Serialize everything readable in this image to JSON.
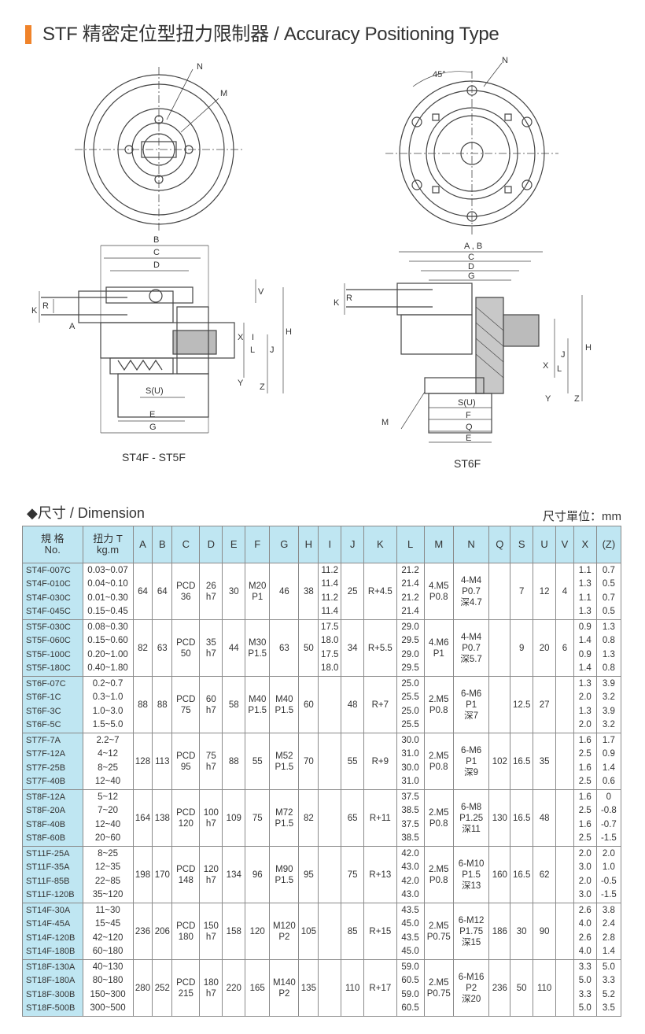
{
  "title": "STF 精密定位型扭力限制器 / Accuracy Positioning Type",
  "accent_color": "#f0832a",
  "header_color": "#bfe6f2",
  "drawings": {
    "left": {
      "caption": "ST4F - ST5F",
      "labels": {
        "N": "N",
        "M": "M",
        "B": "B",
        "C": "C",
        "D": "D",
        "V": "V",
        "R": "R",
        "K": "K",
        "A": "A",
        "X": "X",
        "I": "I",
        "L": "L",
        "J": "J",
        "H": "H",
        "Y": "Y",
        "Z": "Z",
        "S": "S(U)",
        "E": "E",
        "G": "G"
      }
    },
    "right": {
      "caption": "ST6F",
      "labels": {
        "N": "N",
        "deg": "45°",
        "AB": "A , B",
        "C": "C",
        "D": "D",
        "G": "G",
        "R": "R",
        "K": "K",
        "H": "H",
        "J": "J",
        "X": "X",
        "L": "L",
        "Y": "Y",
        "Z": "Z",
        "M": "M",
        "S": "S(U)",
        "F": "F",
        "Q": "Q",
        "E": "E"
      }
    }
  },
  "dimension": {
    "heading": "◆尺寸 / Dimension",
    "unit": "尺寸單位：mm",
    "headers": {
      "no1": "規 格",
      "no2": "No.",
      "t1": "扭力 T",
      "t2": "kg.m",
      "A": "A",
      "B": "B",
      "C": "C",
      "D": "D",
      "E": "E",
      "F": "F",
      "G": "G",
      "H": "H",
      "I": "I",
      "J": "J",
      "K": "K",
      "L": "L",
      "M": "M",
      "N": "N",
      "Q": "Q",
      "S": "S",
      "U": "U",
      "V": "V",
      "X": "X",
      "Z": "(Z)"
    },
    "groups": [
      {
        "models": [
          "ST4F-007C",
          "ST4F-010C",
          "ST4F-030C",
          "ST4F-045C"
        ],
        "torque": [
          "0.03~0.07",
          "0.04~0.10",
          "0.01~0.30",
          "0.15~0.45"
        ],
        "A": "64",
        "B": "64",
        "C": [
          "PCD",
          "36"
        ],
        "D": [
          "26",
          "h7"
        ],
        "E": "30",
        "F": [
          "M20",
          "P1"
        ],
        "G": "46",
        "H": "38",
        "I": [
          "11.2",
          "11.4",
          "11.2",
          "11.4"
        ],
        "J": "25",
        "K": "R+4.5",
        "L": [
          "21.2",
          "21.4",
          "21.2",
          "21.4"
        ],
        "M": [
          "4.M5",
          "P0.8"
        ],
        "N": [
          "4-M4",
          "P0.7",
          "深4.7"
        ],
        "Q": "",
        "S": "7",
        "U": "12",
        "V": "4",
        "X": [
          "1.1",
          "1.3",
          "1.1",
          "1.3"
        ],
        "Z": [
          "0.7",
          "0.5",
          "0.7",
          "0.5"
        ]
      },
      {
        "models": [
          "ST5F-030C",
          "ST5F-060C",
          "ST5F-100C",
          "ST5F-180C"
        ],
        "torque": [
          "0.08~0.30",
          "0.15~0.60",
          "0.20~1.00",
          "0.40~1.80"
        ],
        "A": "82",
        "B": "63",
        "C": [
          "PCD",
          "50"
        ],
        "D": [
          "35",
          "h7"
        ],
        "E": "44",
        "F": [
          "M30",
          "P1.5"
        ],
        "G": "63",
        "H": "50",
        "I": [
          "17.5",
          "18.0",
          "17.5",
          "18.0"
        ],
        "J": "34",
        "K": "R+5.5",
        "L": [
          "29.0",
          "29.5",
          "29.0",
          "29.5"
        ],
        "M": [
          "4.M6",
          "P1"
        ],
        "N": [
          "4-M4",
          "P0.7",
          "深5.7"
        ],
        "Q": "",
        "S": "9",
        "U": "20",
        "V": "6",
        "X": [
          "0.9",
          "1.4",
          "0.9",
          "1.4"
        ],
        "Z": [
          "1.3",
          "0.8",
          "1.3",
          "0.8"
        ]
      },
      {
        "models": [
          "ST6F-07C",
          "ST6F-1C",
          "ST6F-3C",
          "ST6F-5C"
        ],
        "torque": [
          "0.2~0.7",
          "0.3~1.0",
          "1.0~3.0",
          "1.5~5.0"
        ],
        "A": "88",
        "B": "88",
        "C": [
          "PCD",
          "75"
        ],
        "D": [
          "60",
          "h7"
        ],
        "E": "58",
        "F": [
          "M40",
          "P1.5"
        ],
        "G": [
          "M40",
          "P1.5"
        ],
        "H": "60",
        "I": [],
        "J": "48",
        "K": "R+7",
        "L": [
          "25.0",
          "25.5",
          "25.0",
          "25.5"
        ],
        "M": [
          "2.M5",
          "P0.8"
        ],
        "N": [
          "6-M6",
          "P1",
          "深7"
        ],
        "Q": "",
        "S": "12.5",
        "U": "27",
        "V": "",
        "X": [
          "1.3",
          "2.0",
          "1.3",
          "2.0"
        ],
        "Z": [
          "3.9",
          "3.2",
          "3.9",
          "3.2"
        ]
      },
      {
        "models": [
          "ST7F-7A",
          "ST7F-12A",
          "ST7F-25B",
          "ST7F-40B"
        ],
        "torque": [
          "2.2~7",
          "4~12",
          "8~25",
          "12~40"
        ],
        "A": "128",
        "B": "113",
        "C": [
          "PCD",
          "95"
        ],
        "D": [
          "75",
          "h7"
        ],
        "E": "88",
        "F": "55",
        "G": [
          "M52",
          "P1.5"
        ],
        "H": "70",
        "I": [],
        "J": "55",
        "K": "R+9",
        "L": [
          "30.0",
          "31.0",
          "30.0",
          "31.0"
        ],
        "M": [
          "2.M5",
          "P0.8"
        ],
        "N": [
          "6-M6",
          "P1",
          "深9"
        ],
        "Q": "102",
        "S": "16.5",
        "U": "35",
        "V": "",
        "X": [
          "1.6",
          "2.5",
          "1.6",
          "2.5"
        ],
        "Z": [
          "1.7",
          "0.9",
          "1.4",
          "0.6"
        ]
      },
      {
        "models": [
          "ST8F-12A",
          "ST8F-20A",
          "ST8F-40B",
          "ST8F-60B"
        ],
        "torque": [
          "5~12",
          "7~20",
          "12~40",
          "20~60"
        ],
        "A": "164",
        "B": "138",
        "C": [
          "PCD",
          "120"
        ],
        "D": [
          "100",
          "h7"
        ],
        "E": "109",
        "F": "75",
        "G": [
          "M72",
          "P1.5"
        ],
        "H": "82",
        "I": [],
        "J": "65",
        "K": "R+11",
        "L": [
          "37.5",
          "38.5",
          "37.5",
          "38.5"
        ],
        "M": [
          "2.M5",
          "P0.8"
        ],
        "N": [
          "6-M8",
          "P1.25",
          "深11"
        ],
        "Q": "130",
        "S": "16.5",
        "U": "48",
        "V": "",
        "X": [
          "1.6",
          "2.5",
          "1.6",
          "2.5"
        ],
        "Z": [
          "0",
          "-0.8",
          "-0.7",
          "-1.5"
        ]
      },
      {
        "models": [
          "ST11F-25A",
          "ST11F-35A",
          "ST11F-85B",
          "ST11F-120B"
        ],
        "torque": [
          "8~25",
          "12~35",
          "22~85",
          "35~120"
        ],
        "A": "198",
        "B": "170",
        "C": [
          "PCD",
          "148"
        ],
        "D": [
          "120",
          "h7"
        ],
        "E": "134",
        "F": "96",
        "G": [
          "M90",
          "P1.5"
        ],
        "H": "95",
        "I": [],
        "J": "75",
        "K": "R+13",
        "L": [
          "42.0",
          "43.0",
          "42.0",
          "43.0"
        ],
        "M": [
          "2.M5",
          "P0.8"
        ],
        "N": [
          "6-M10",
          "P1.5",
          "深13"
        ],
        "Q": "160",
        "S": "16.5",
        "U": "62",
        "V": "",
        "X": [
          "2.0",
          "3.0",
          "2.0",
          "3.0"
        ],
        "Z": [
          "2.0",
          "1.0",
          "-0.5",
          "-1.5"
        ]
      },
      {
        "models": [
          "ST14F-30A",
          "ST14F-45A",
          "ST14F-120B",
          "ST14F-180B"
        ],
        "torque": [
          "11~30",
          "15~45",
          "42~120",
          "60~180"
        ],
        "A": "236",
        "B": "206",
        "C": [
          "PCD",
          "180"
        ],
        "D": [
          "150",
          "h7"
        ],
        "E": "158",
        "F": "120",
        "G": [
          "M120",
          "P2"
        ],
        "H": "105",
        "I": [],
        "J": "85",
        "K": "R+15",
        "L": [
          "43.5",
          "45.0",
          "43.5",
          "45.0"
        ],
        "M": [
          "2.M5",
          "P0.75"
        ],
        "N": [
          "6-M12",
          "P1.75",
          "深15"
        ],
        "Q": "186",
        "S": "30",
        "U": "90",
        "V": "",
        "X": [
          "2.6",
          "4.0",
          "2.6",
          "4.0"
        ],
        "Z": [
          "3.8",
          "2.4",
          "2.8",
          "1.4"
        ]
      },
      {
        "models": [
          "ST18F-130A",
          "ST18F-180A",
          "ST18F-300B",
          "ST18F-500B"
        ],
        "torque": [
          "40~130",
          "80~180",
          "150~300",
          "300~500"
        ],
        "A": "280",
        "B": "252",
        "C": [
          "PCD",
          "215"
        ],
        "D": [
          "180",
          "h7"
        ],
        "E": "220",
        "F": "165",
        "G": [
          "M140",
          "P2"
        ],
        "H": "135",
        "I": [],
        "J": "110",
        "K": "R+17",
        "L": [
          "59.0",
          "60.5",
          "59.0",
          "60.5"
        ],
        "M": [
          "2.M5",
          "P0.75"
        ],
        "N": [
          "6-M16",
          "P2",
          "深20"
        ],
        "Q": "236",
        "S": "50",
        "U": "110",
        "V": "",
        "X": [
          "3.3",
          "5.0",
          "3.3",
          "5.0"
        ],
        "Z": [
          "5.0",
          "3.3",
          "5.2",
          "3.5"
        ]
      }
    ]
  }
}
